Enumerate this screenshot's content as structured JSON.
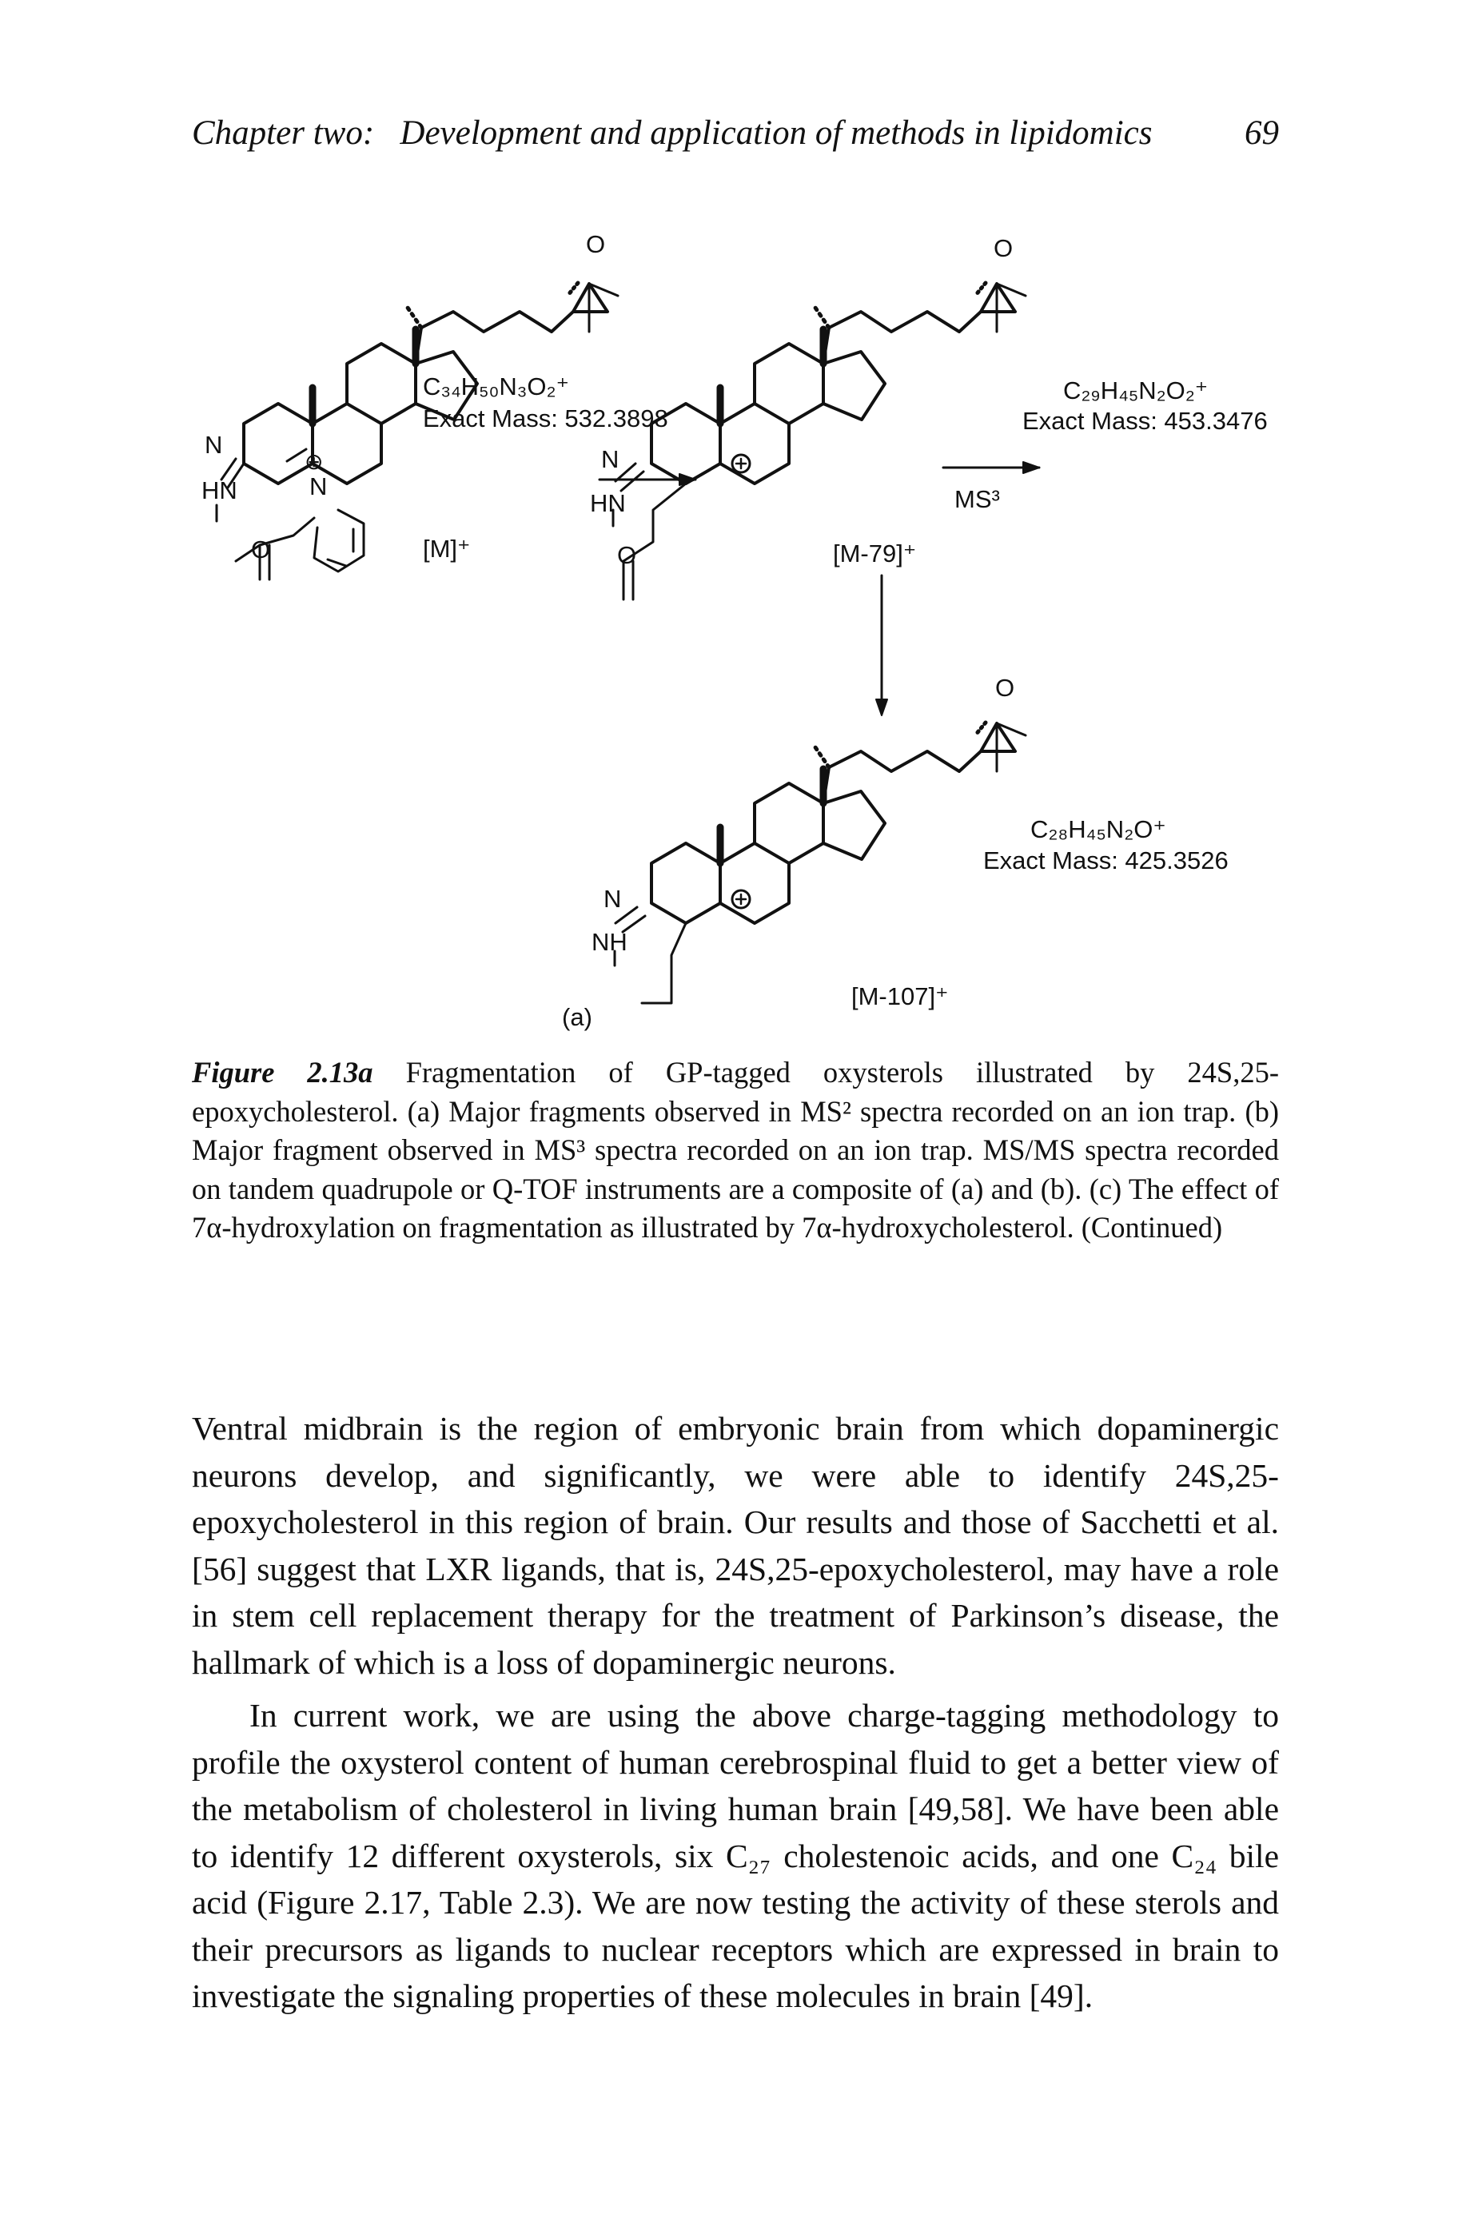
{
  "header": {
    "chapter": "Chapter two:",
    "title": "Development and application of methods in lipidomics",
    "page_number": "69"
  },
  "figure": {
    "panel_label": "(a)",
    "ms3_label": "MS³",
    "compound_1": {
      "formula": "C₃₄H₅₀N₃O₂⁺",
      "mass": "Exact Mass: 532.3898",
      "ion": "[M]⁺",
      "atoms": {
        "n": "N",
        "hn": "HN",
        "o": "O",
        "epoxide_o": "O",
        "charge": "⊕"
      }
    },
    "compound_2": {
      "formula": "C₂₉H₄₅N₂O₂⁺",
      "mass": "Exact Mass: 453.3476",
      "ion": "[M-79]⁺",
      "atoms": {
        "n": "N",
        "hn": "HN",
        "o": "O",
        "epoxide_o": "O",
        "charge": "⊕"
      }
    },
    "compound_3": {
      "formula": "C₂₈H₄₅N₂O⁺",
      "mass": "Exact Mass: 425.3526",
      "ion": "[M-107]⁺",
      "atoms": {
        "n": "N",
        "nh": "NH",
        "epoxide_o": "O",
        "charge": "⊕"
      }
    }
  },
  "caption": {
    "label": "Figure 2.13a",
    "text": "Fragmentation of GP-tagged oxysterols illustrated by 24S,25-epoxycholesterol. (a) Major fragments observed in MS² spectra recorded on an ion trap. (b) Major fragment observed in MS³ spectra recorded on an ion trap. MS/MS spectra recorded on tandem quadrupole or Q-TOF instruments are a composite of (a) and (b). (c) The effect of 7α-hydroxylation on fragmentation as illustrated by 7α-hydroxycholesterol. (Continued)"
  },
  "body": {
    "paragraph_1": "Ventral midbrain is the region of embryonic brain from which dopaminergic neurons develop, and significantly, we were able to identify 24S,25-epoxycholesterol in this region of brain. Our results and those of Sacchetti et al. [56] suggest that LXR ligands, that is, 24S,25-epoxycholesterol, may have a role in stem cell replacement therapy for the treatment of Parkinson’s disease, the hallmark of which is a loss of dopaminergic neurons.",
    "paragraph_2": "In current work, we are using the above charge-tagging methodology to profile the oxysterol content of human cerebrospinal fluid to get a better view of the metabolism of cholesterol in living human brain [49,58]. We have been able to identify 12 different oxysterols, six C₂₇ cholestenoic acids, and one C₂₄ bile acid (Figure 2.17, Table 2.3). We are now testing the activity of these sterols and their precursors as ligands to nuclear receptors which are expressed in brain to investigate the signaling properties of these molecules in brain [49]."
  }
}
